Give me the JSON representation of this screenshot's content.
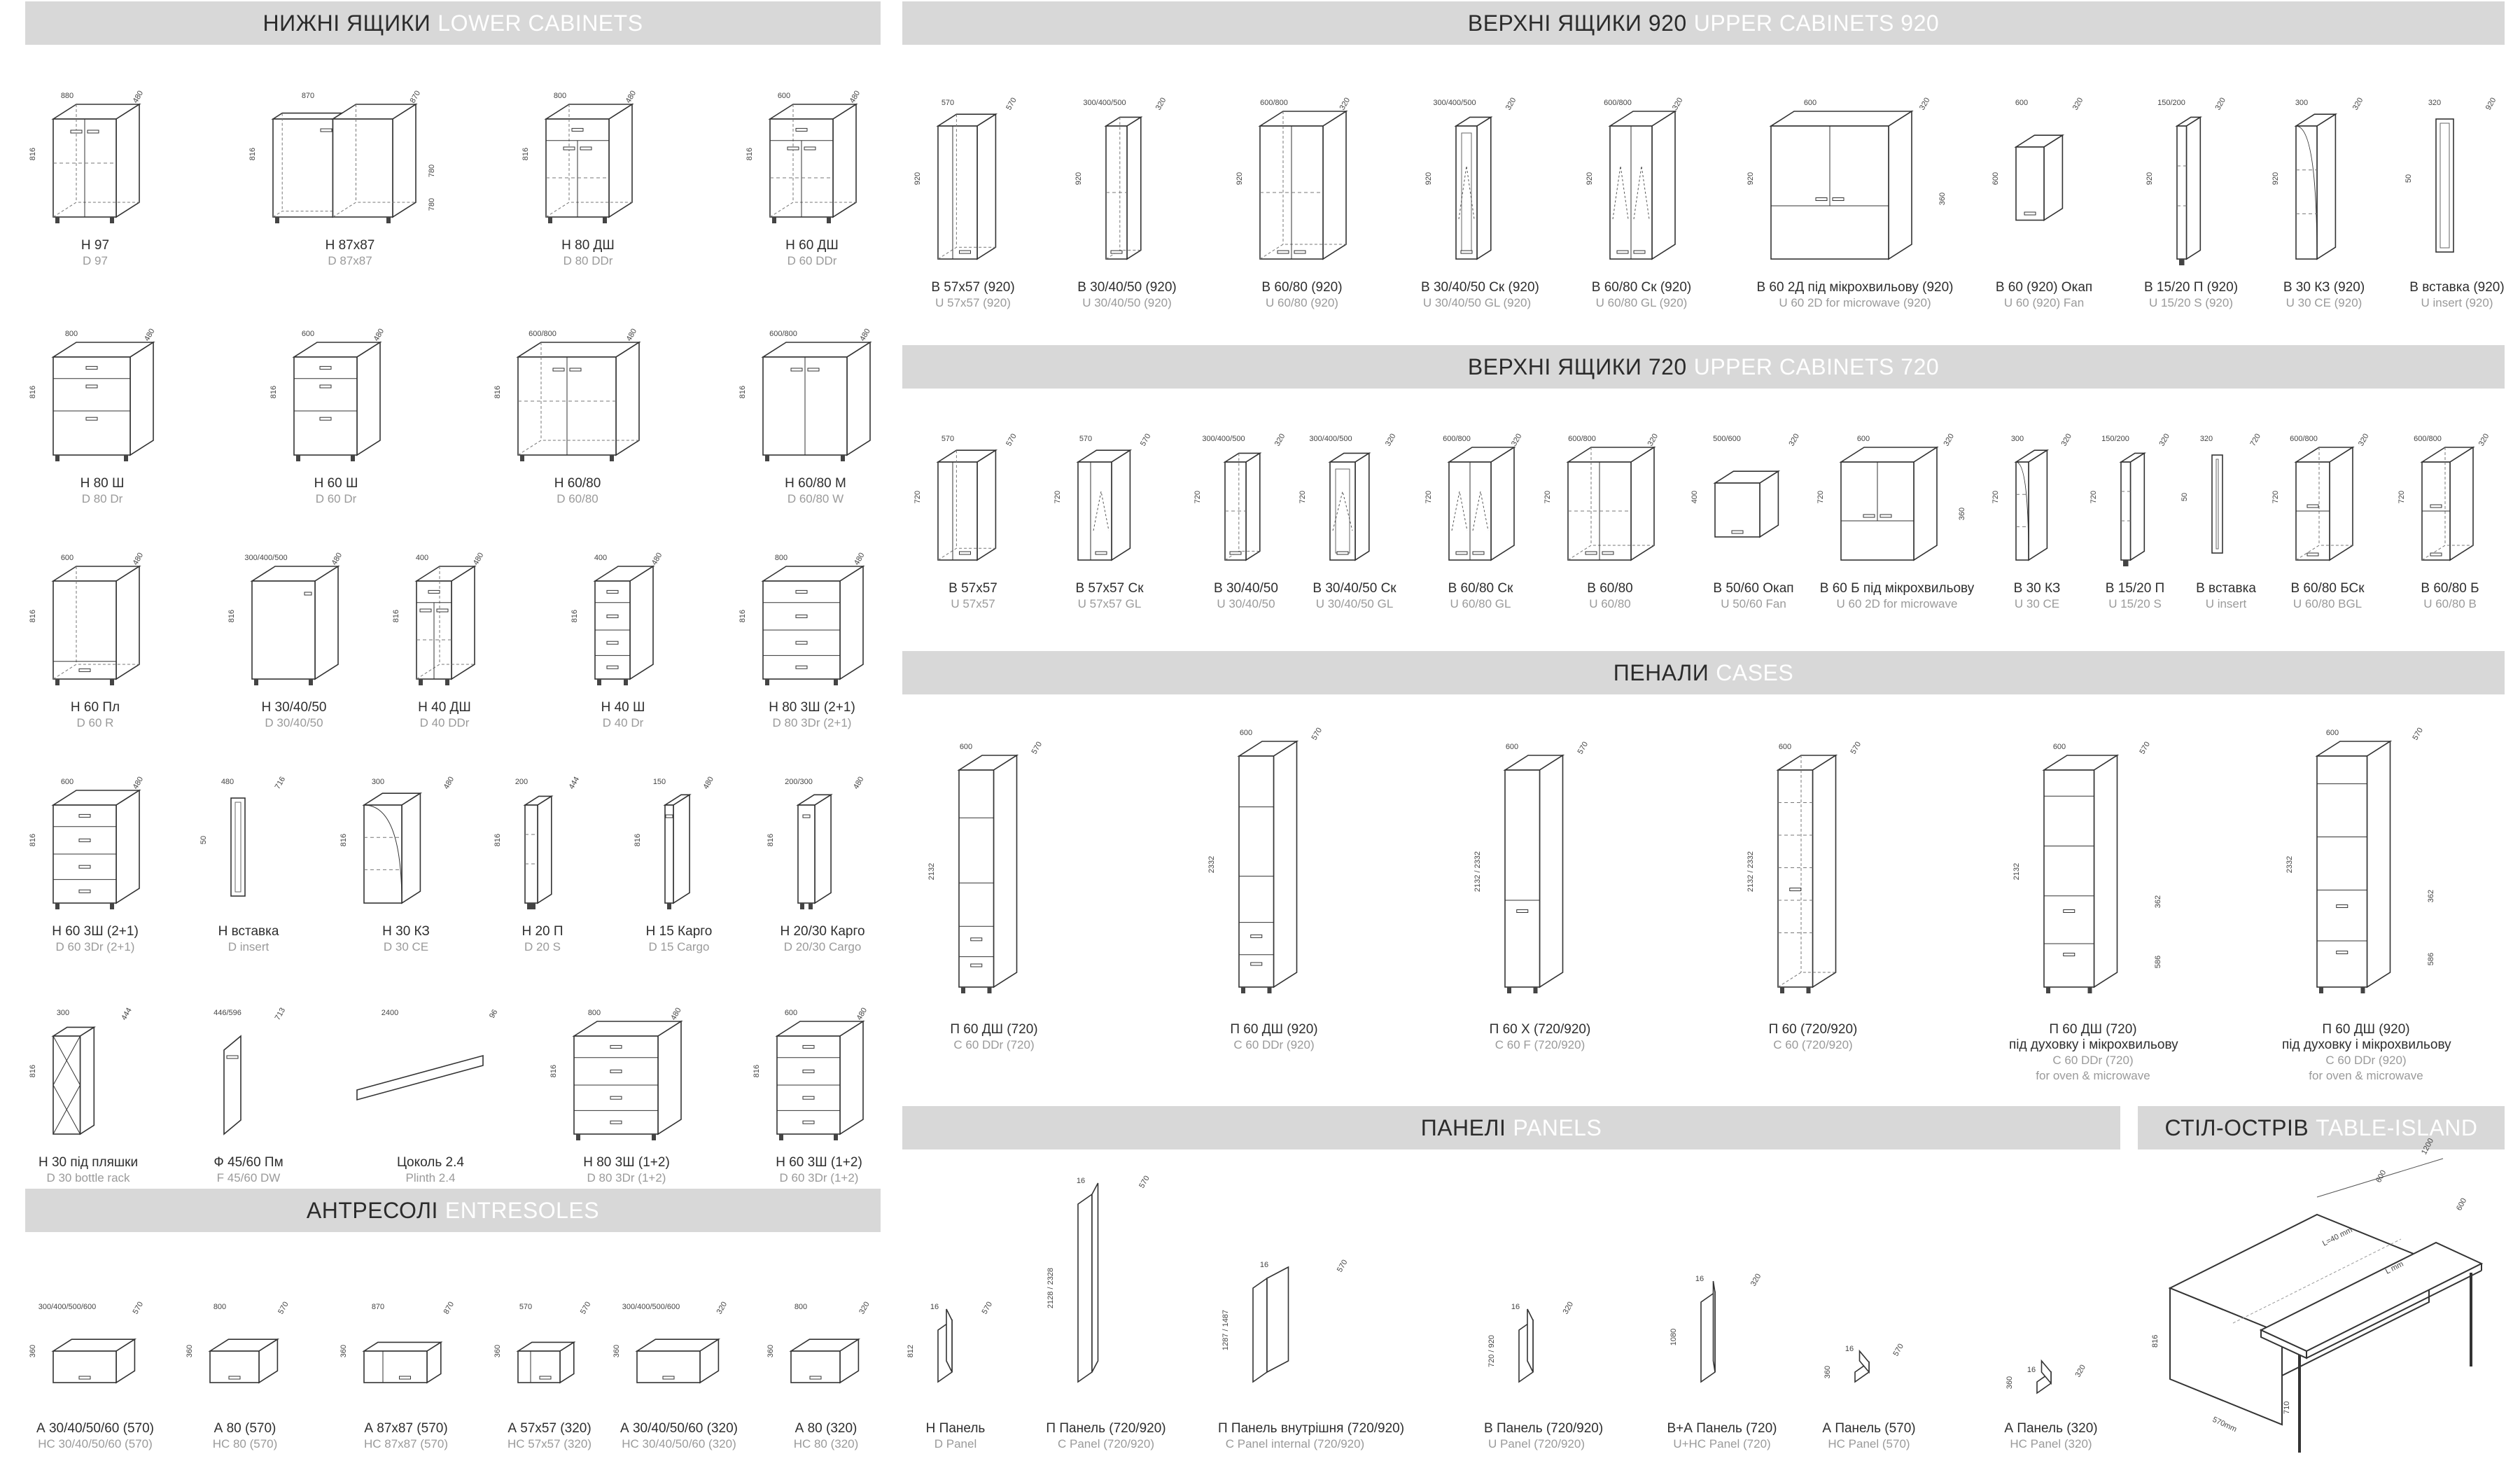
{
  "sections": {
    "lower": {
      "uk": "НИЖНІ ЯЩИКИ",
      "en": "LOWER CABINETS"
    },
    "upper920": {
      "uk": "ВЕРХНІ ЯЩИКИ 920",
      "en": "UPPER CABINETS 920"
    },
    "upper720": {
      "uk": "ВЕРХНІ ЯЩИКИ 720",
      "en": "UPPER CABINETS 720"
    },
    "cases": {
      "uk": "ПЕНАЛИ",
      "en": "CASES"
    },
    "entresoles": {
      "uk": "АНТРЕСОЛІ",
      "en": "ENTRESOLES"
    },
    "panels": {
      "uk": "ПАНЕЛІ",
      "en": "PANELS"
    },
    "island": {
      "uk": "СТІЛ-ОСТРІВ",
      "en": "TABLE-ISLAND"
    }
  },
  "lower": [
    {
      "label": "Н 97",
      "sub": "D 97",
      "dims": [
        "880",
        "480",
        "816"
      ]
    },
    {
      "label": "Н 87x87",
      "sub": "D 87x87",
      "dims": [
        "870",
        "870",
        "816",
        "780",
        "780"
      ]
    },
    {
      "label": "Н 80 ДШ",
      "sub": "D 80 DDr",
      "dims": [
        "800",
        "480",
        "816"
      ]
    },
    {
      "label": "Н 60 ДШ",
      "sub": "D 60 DDr",
      "dims": [
        "600",
        "480",
        "816"
      ]
    },
    {
      "label": "Н 80 Ш",
      "sub": "D 80 Dr",
      "dims": [
        "800",
        "480",
        "816"
      ]
    },
    {
      "label": "Н 60 Ш",
      "sub": "D 60 Dr",
      "dims": [
        "600",
        "480",
        "816"
      ]
    },
    {
      "label": "Н 60/80",
      "sub": "D 60/80",
      "dims": [
        "600/800",
        "480",
        "816"
      ]
    },
    {
      "label": "Н 60/80 М",
      "sub": "D 60/80 W",
      "dims": [
        "600/800",
        "480",
        "816"
      ]
    },
    {
      "label": "Н 60 Пл",
      "sub": "D 60 R",
      "dims": [
        "600",
        "480",
        "816"
      ]
    },
    {
      "label": "Н 30/40/50",
      "sub": "D 30/40/50",
      "dims": [
        "300/400/500",
        "480",
        "816"
      ]
    },
    {
      "label": "Н 40 ДШ",
      "sub": "D 40 DDr",
      "dims": [
        "400",
        "480",
        "816"
      ]
    },
    {
      "label": "Н 40 Ш",
      "sub": "D 40 Dr",
      "dims": [
        "400",
        "480",
        "816"
      ]
    },
    {
      "label": "Н 80 3Ш (2+1)",
      "sub": "D 80 3Dr (2+1)",
      "dims": [
        "800",
        "480",
        "816"
      ]
    },
    {
      "label": "Н 60 3Ш (2+1)",
      "sub": "D 60 3Dr (2+1)",
      "dims": [
        "600",
        "480",
        "816"
      ]
    },
    {
      "label": "Н вставка",
      "sub": "D insert",
      "dims": [
        "480",
        "716",
        "50"
      ]
    },
    {
      "label": "Н 30 КЗ",
      "sub": "D 30 CE",
      "dims": [
        "300",
        "480",
        "816"
      ]
    },
    {
      "label": "Н 20 П",
      "sub": "D 20 S",
      "dims": [
        "200",
        "444",
        "816"
      ]
    },
    {
      "label": "Н 15 Карго",
      "sub": "D 15 Cargo",
      "dims": [
        "150",
        "480",
        "816"
      ]
    },
    {
      "label": "Н 20/30 Карго",
      "sub": "D 20/30 Cargo",
      "dims": [
        "200/300",
        "480",
        "816"
      ]
    },
    {
      "label": "Н 30 під пляшки",
      "sub": "D 30 bottle rack",
      "dims": [
        "300",
        "444",
        "816"
      ]
    },
    {
      "label": "Ф 45/60 Пм",
      "sub": "F 45/60 DW",
      "dims": [
        "446/596",
        "713"
      ]
    },
    {
      "label": "Цоколь 2.4",
      "sub": "Plinth 2.4",
      "dims": [
        "2400",
        "96"
      ]
    },
    {
      "label": "Н 80 3Ш (1+2)",
      "sub": "D 80 3Dr (1+2)",
      "dims": [
        "800",
        "480",
        "816"
      ]
    },
    {
      "label": "Н 60 3Ш (1+2)",
      "sub": "D 60 3Dr (1+2)",
      "dims": [
        "600",
        "480",
        "816"
      ]
    }
  ],
  "entresoles": [
    {
      "label": "А 30/40/50/60 (570)",
      "sub": "HC 30/40/50/60 (570)",
      "dims": [
        "300/400/500/600",
        "570",
        "360"
      ]
    },
    {
      "label": "А 80 (570)",
      "sub": "HC 80 (570)",
      "dims": [
        "800",
        "570",
        "360"
      ]
    },
    {
      "label": "А 87x87 (570)",
      "sub": "HC 87x87 (570)",
      "dims": [
        "870",
        "870",
        "360"
      ]
    },
    {
      "label": "А 57x57 (320)",
      "sub": "HC 57x57 (320)",
      "dims": [
        "570",
        "570",
        "360"
      ]
    },
    {
      "label": "А 30/40/50/60 (320)",
      "sub": "HC 30/40/50/60 (320)",
      "dims": [
        "300/400/500/600",
        "320",
        "360"
      ]
    },
    {
      "label": "А 80 (320)",
      "sub": "HC 80 (320)",
      "dims": [
        "800",
        "320",
        "360"
      ]
    }
  ],
  "upper920": [
    {
      "label": "В 57x57 (920)",
      "sub": "U 57x57 (920)",
      "dims": [
        "570",
        "570",
        "920"
      ]
    },
    {
      "label": "В 30/40/50 (920)",
      "sub": "U 30/40/50 (920)",
      "dims": [
        "300/400/500",
        "320",
        "920"
      ]
    },
    {
      "label": "В 60/80 (920)",
      "sub": "U 60/80 (920)",
      "dims": [
        "600/800",
        "320",
        "920"
      ]
    },
    {
      "label": "В 30/40/50 Ск (920)",
      "sub": "U 30/40/50 GL (920)",
      "dims": [
        "300/400/500",
        "320",
        "920"
      ]
    },
    {
      "label": "В 60/80 Ск (920)",
      "sub": "U 60/80 GL (920)",
      "dims": [
        "600/800",
        "320",
        "920"
      ]
    },
    {
      "label": "В 60 2Д під мікрохвильову (920)",
      "sub": "U 60 2D for microwave (920)",
      "dims": [
        "600",
        "320",
        "920",
        "360"
      ]
    },
    {
      "label": "В 60 (920) Окап",
      "sub": "U 60 (920) Fan",
      "dims": [
        "600",
        "320",
        "600"
      ]
    },
    {
      "label": "В 15/20 П (920)",
      "sub": "U 15/20 S (920)",
      "dims": [
        "150/200",
        "320",
        "920"
      ]
    },
    {
      "label": "В 30 КЗ (920)",
      "sub": "U 30 CE (920)",
      "dims": [
        "300",
        "320",
        "920"
      ]
    },
    {
      "label": "В вставка (920)",
      "sub": "U insert (920)",
      "dims": [
        "320",
        "920",
        "50"
      ]
    }
  ],
  "upper720": [
    {
      "label": "В 57x57",
      "sub": "U 57x57",
      "dims": [
        "570",
        "570",
        "720"
      ]
    },
    {
      "label": "В 57x57 Ск",
      "sub": "U 57x57 GL",
      "dims": [
        "570",
        "570",
        "720"
      ]
    },
    {
      "label": "В 30/40/50",
      "sub": "U 30/40/50",
      "dims": [
        "300/400/500",
        "320",
        "720"
      ]
    },
    {
      "label": "В 30/40/50 Ск",
      "sub": "U 30/40/50 GL",
      "dims": [
        "300/400/500",
        "320",
        "720"
      ]
    },
    {
      "label": "В 60/80 Ск",
      "sub": "U 60/80 GL",
      "dims": [
        "600/800",
        "320",
        "720"
      ]
    },
    {
      "label": "В 60/80",
      "sub": "U 60/80",
      "dims": [
        "600/800",
        "320",
        "720"
      ]
    },
    {
      "label": "В 50/60 Окап",
      "sub": "U 50/60 Fan",
      "dims": [
        "500/600",
        "320",
        "400"
      ]
    },
    {
      "label": "В 60 Б під мікрохвильову",
      "sub": "U 60 2D for microwave",
      "dims": [
        "600",
        "320",
        "720",
        "360"
      ]
    },
    {
      "label": "В 30 КЗ",
      "sub": "U 30 CE",
      "dims": [
        "300",
        "320",
        "720"
      ]
    },
    {
      "label": "В 15/20 П",
      "sub": "U 15/20 S",
      "dims": [
        "150/200",
        "320",
        "720"
      ]
    },
    {
      "label": "В вставка",
      "sub": "U insert",
      "dims": [
        "320",
        "720",
        "50"
      ]
    },
    {
      "label": "В 60/80 БСк",
      "sub": "U 60/80 BGL",
      "dims": [
        "600/800",
        "320",
        "720"
      ]
    },
    {
      "label": "В 60/80 Б",
      "sub": "U 60/80 B",
      "dims": [
        "600/800",
        "320",
        "720"
      ]
    }
  ],
  "cases": [
    {
      "label": "П 60 ДШ (720)",
      "sub": "C 60 DDr (720)",
      "label2": "",
      "sub2": "",
      "dims": [
        "600",
        "570",
        "2132"
      ]
    },
    {
      "label": "П 60 ДШ (920)",
      "sub": "C 60 DDr (920)",
      "label2": "",
      "sub2": "",
      "dims": [
        "600",
        "570",
        "2332"
      ]
    },
    {
      "label": "П 60 Х (720/920)",
      "sub": "C 60 F (720/920)",
      "label2": "",
      "sub2": "",
      "dims": [
        "600",
        "570",
        "2132 / 2332"
      ]
    },
    {
      "label": "П 60 (720/920)",
      "sub": "C 60 (720/920)",
      "label2": "",
      "sub2": "",
      "dims": [
        "600",
        "570",
        "2132 / 2332"
      ]
    },
    {
      "label": "П 60 ДШ (720)",
      "sub": "C 60 DDr (720)",
      "label2": "під духовку і мікрохвильову",
      "sub2": "for oven & microwave",
      "dims": [
        "600",
        "570",
        "2132",
        "362",
        "586"
      ]
    },
    {
      "label": "П 60 ДШ (920)",
      "sub": "C 60 DDr (920)",
      "label2": "під духовку і мікрохвильову",
      "sub2": "for oven & microwave",
      "dims": [
        "600",
        "570",
        "2332",
        "362",
        "586"
      ]
    }
  ],
  "panels": [
    {
      "label": "Н Панель",
      "sub": "D Panel",
      "dims": [
        "16",
        "570",
        "812"
      ]
    },
    {
      "label": "П Панель (720/920)",
      "sub": "C Panel (720/920)",
      "dims": [
        "16",
        "570",
        "2128 / 2328"
      ]
    },
    {
      "label": "П Панель внутрішня (720/920)",
      "sub": "C Panel internal (720/920)",
      "dims": [
        "16",
        "570",
        "1287 / 1487"
      ]
    },
    {
      "label": "В Панель (720/920)",
      "sub": "U Panel (720/920)",
      "dims": [
        "16",
        "320",
        "720 / 920"
      ]
    },
    {
      "label": "В+А Панель (720)",
      "sub": "U+HC Panel (720)",
      "dims": [
        "16",
        "320",
        "1080"
      ]
    },
    {
      "label": "А Панель (570)",
      "sub": "HC Panel (570)",
      "dims": [
        "16",
        "570",
        "360"
      ]
    },
    {
      "label": "А Панель (320)",
      "sub": "HC Panel (320)",
      "dims": [
        "16",
        "320",
        "360"
      ]
    }
  ],
  "island": {
    "dims": [
      "1200",
      "600",
      "600",
      "L=40 mm",
      "L mm",
      "816",
      "710",
      "570mm"
    ]
  }
}
